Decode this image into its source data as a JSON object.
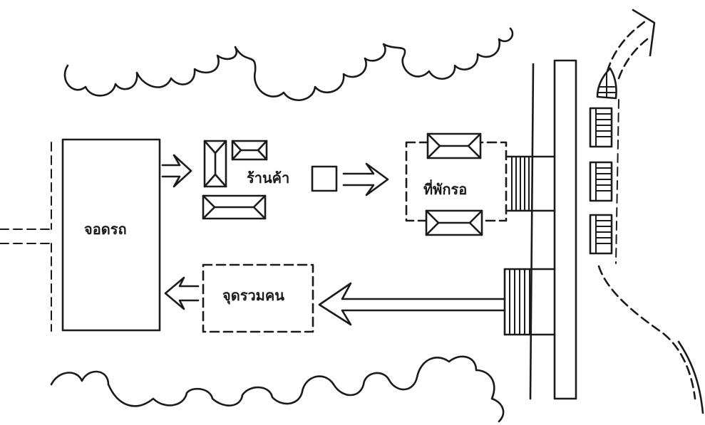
{
  "labels": {
    "parking": "จอดรถ",
    "shop": "ร้านค้า",
    "rest": "ที่พักรอ",
    "gathering": "จุดรวมคน"
  },
  "colors": {
    "ink": "#1a1a1a",
    "paper": "#ffffff"
  }
}
